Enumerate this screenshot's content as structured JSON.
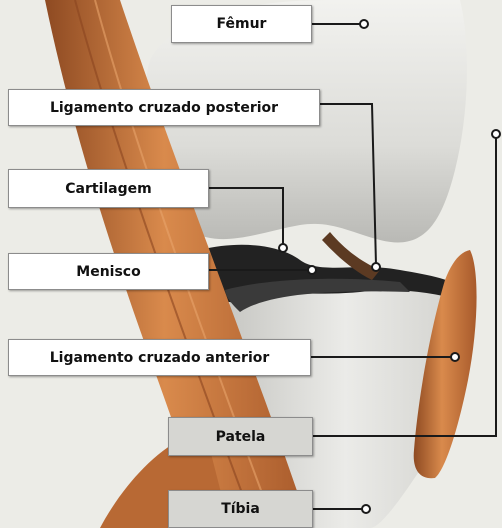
{
  "labels": {
    "femur": "Fêmur",
    "ligamento_cruzado_posterior": "Ligamento cruzado posterior",
    "cartilagem": "Cartilagem",
    "menisco": "Menisco",
    "ligamento_cruzado_anterior": "Ligamento cruzado anterior",
    "patela": "Patela",
    "tibia": "Tíbia"
  },
  "colors": {
    "leader_line": "#1a1a1a",
    "muscle": "#c9763e",
    "bone": "#e2e2de",
    "cartilage": "#1e1e1e"
  }
}
